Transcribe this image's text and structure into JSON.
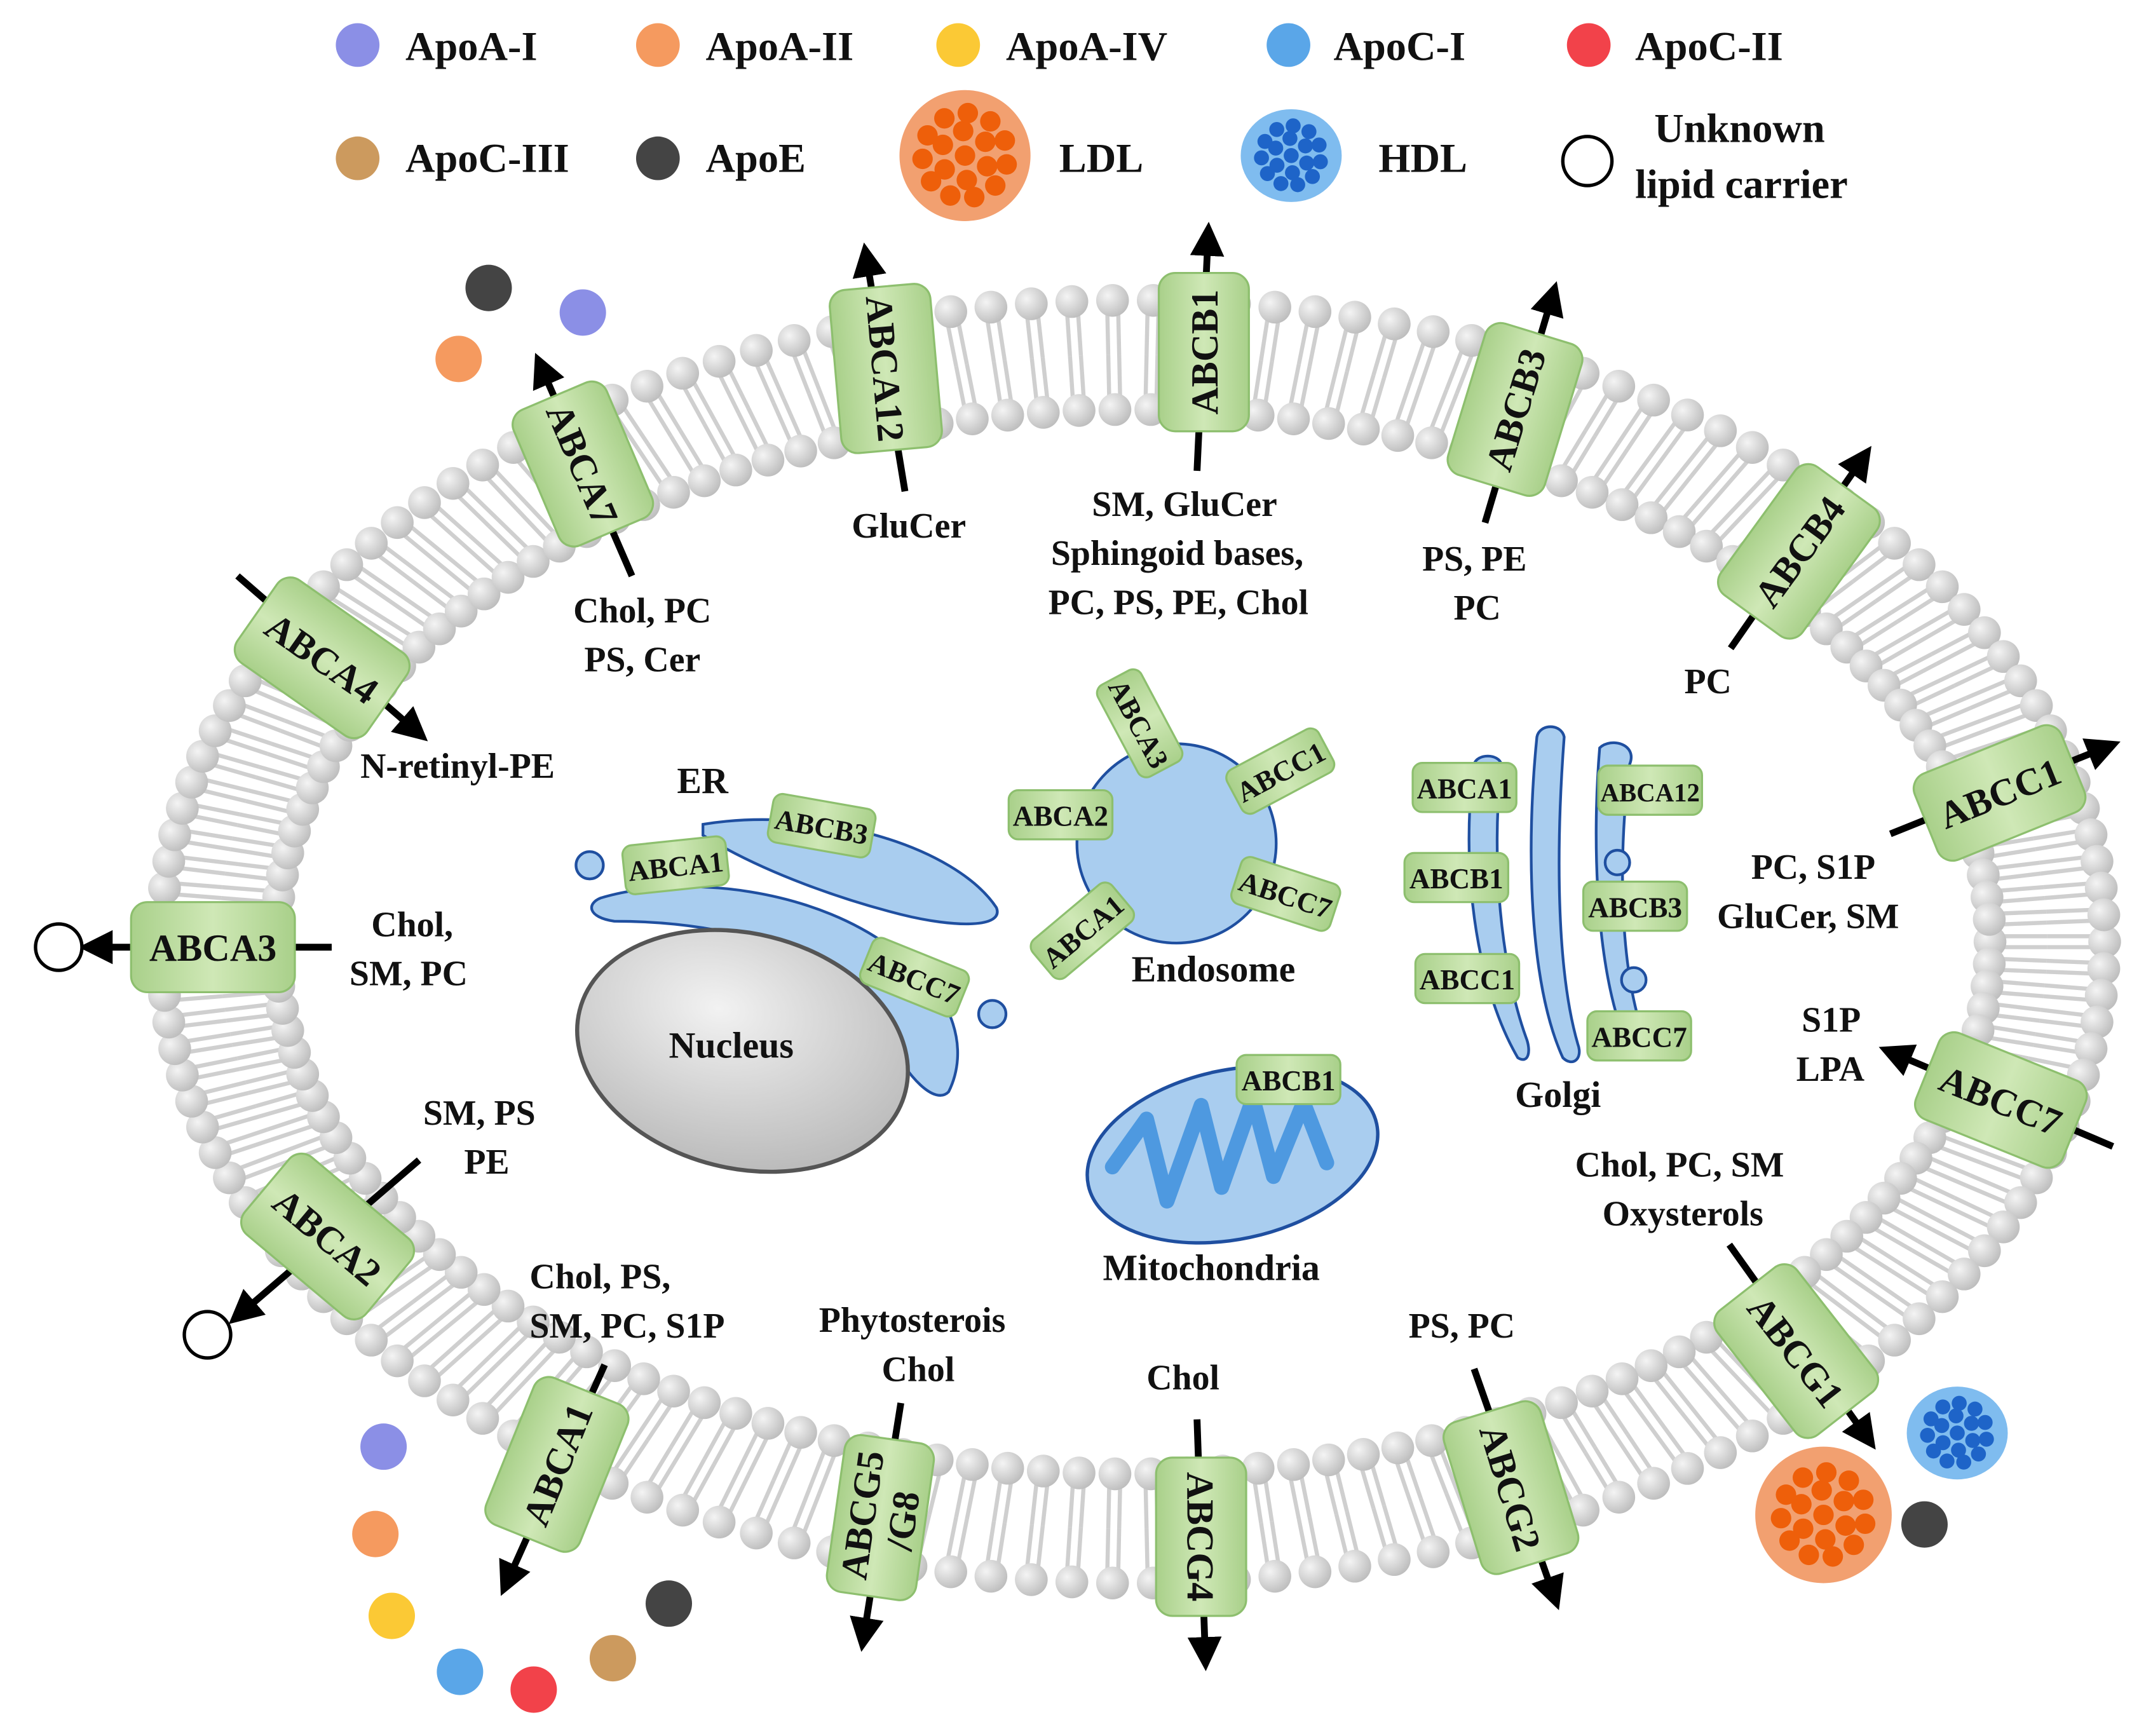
{
  "legend": {
    "apoa1": "ApoA-I",
    "apoa2": "ApoA-II",
    "apoa4": "ApoA-IV",
    "apoc1": "ApoC-I",
    "apoc2": "ApoC-II",
    "apoc3": "ApoC-III",
    "apoe": "ApoE",
    "ldl": "LDL",
    "hdl": "HDL",
    "unknown_line1": "Unknown",
    "unknown_line2": "lipid carrier"
  },
  "colors": {
    "apoa1": "#8b8fe6",
    "apoa2": "#f59a5f",
    "apoa4": "#fbc935",
    "apoc1": "#5aa6e8",
    "apoc2": "#f2424a",
    "apoc3": "#cc9a5e",
    "apoe": "#444444",
    "ldl_fill": "#f2a070",
    "ldl_dots": "#ee5f0a",
    "hdl_fill": "#7fbcef",
    "hdl_dots": "#1e64c8",
    "transporter": "#b9d99b",
    "transporter_border": "#8dbf6e",
    "lipid_head": "#d6d6d6",
    "organelle_fill": "#a9cdef",
    "organelle_stroke": "#1f4fa0",
    "nucleus_fill": "#d3d3d3"
  },
  "membrane_transporters": {
    "abca7": "ABCA7",
    "abca12": "ABCA12",
    "abcb1": "ABCB1",
    "abcb3": "ABCB3",
    "abcb4": "ABCB4",
    "abca4": "ABCA4",
    "abcc1": "ABCC1",
    "abca3": "ABCA3",
    "abcc7": "ABCC7",
    "abca2": "ABCA2",
    "abcg1": "ABCG1",
    "abca1": "ABCA1",
    "abcg5_line1": "ABCG5",
    "abcg5_line2": "/G8",
    "abcg4": "ABCG4",
    "abcg2": "ABCG2"
  },
  "substrates": {
    "abca7_l1": "Chol, PC",
    "abca7_l2": "PS, Cer",
    "abca12": "GluCer",
    "abcb1_l1": "SM, GluCer",
    "abcb1_l2": "Sphingoid bases,",
    "abcb1_l3": "PC, PS, PE, Chol",
    "abcb3_l1": "PS, PE",
    "abcb3_l2": "PC",
    "abcb4": "PC",
    "abca4": "N-retinyl-PE",
    "abcc1_l1": "PC, S1P",
    "abcc1_l2": "GluCer, SM",
    "abca3_l1": "Chol,",
    "abca3_l2": "SM, PC",
    "abcc7_l1": "S1P",
    "abcc7_l2": "LPA",
    "abca2_l1": "SM, PS",
    "abca2_l2": "PE",
    "abcg1_l1": "Chol, PC, SM",
    "abcg1_l2": "Oxysterols",
    "abca1_l1": "Chol, PS,",
    "abca1_l2": "SM, PC, S1P",
    "abcg5_l1": "Phytosterois",
    "abcg5_l2": "Chol",
    "abcg4": "Chol",
    "abcg2": "PS, PC"
  },
  "organelles": {
    "er": "ER",
    "nucleus": "Nucleus",
    "endosome": "Endosome",
    "golgi": "Golgi",
    "mitochondria": "Mitochondria"
  },
  "er_transporters": {
    "abca1": "ABCA1",
    "abcb3": "ABCB3",
    "abcc7": "ABCC7"
  },
  "endosome_transporters": {
    "abca3": "ABCA3",
    "abcc1": "ABCC1",
    "abca2": "ABCA2",
    "abcc7": "ABCC7",
    "abca1": "ABCA1"
  },
  "golgi_transporters": {
    "abca1": "ABCA1",
    "abca12": "ABCA12",
    "abcb1": "ABCB1",
    "abcb3": "ABCB3",
    "abcc1": "ABCC1",
    "abcc7": "ABCC7"
  },
  "mito_transporters": {
    "abcb1": "ABCB1"
  }
}
